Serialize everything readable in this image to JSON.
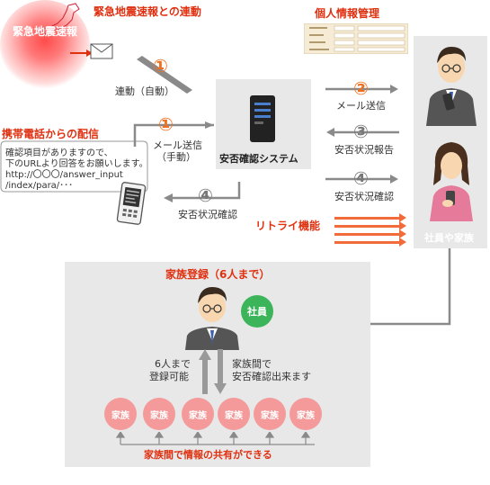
{
  "header": {
    "eew_link_title": "緊急地震速報との連動",
    "personal_info_title": "個人情報管理"
  },
  "eew": {
    "badge": "緊急地震速報",
    "arrow_num": "①",
    "arrow_label": "連動（自動）"
  },
  "mobile": {
    "title": "携帯電話からの配信",
    "bubble_lines": [
      "確認項目がありますので、",
      "下のURLより回答をお願いします。",
      "http://〇〇〇/answer_input",
      "/index/para/･･･"
    ],
    "manual_num": "①",
    "manual_label_1": "メール送信",
    "manual_label_2": "（手動）",
    "confirm_num": "④",
    "confirm_label": "安否状況確認"
  },
  "system": {
    "label": "安否確認システム"
  },
  "right_arrows": [
    {
      "num": "②",
      "label": "メール送信"
    },
    {
      "num": "③",
      "label": "安否状況報告"
    },
    {
      "num": "④",
      "label": "安否状況確認"
    }
  ],
  "retry": {
    "label": "リトライ機能"
  },
  "people": {
    "label": "社員や家族"
  },
  "family_panel": {
    "title": "家族登録（6人まで）",
    "employee_badge": "社員",
    "left_note_1": "6人まで",
    "left_note_2": "登録可能",
    "right_note_1": "家族間で",
    "right_note_2": "安否確認出来ます",
    "members": [
      "家族",
      "家族",
      "家族",
      "家族",
      "家族",
      "家族"
    ],
    "footer": "家族間で情報の共有ができる"
  },
  "colors": {
    "accent_red": "#e03010",
    "accent_orange": "#f07020",
    "panel_grey": "#e8e8e8",
    "family_pink": "#f49a9a",
    "employee_green": "#3cb55a",
    "server_dark": "#222222"
  }
}
